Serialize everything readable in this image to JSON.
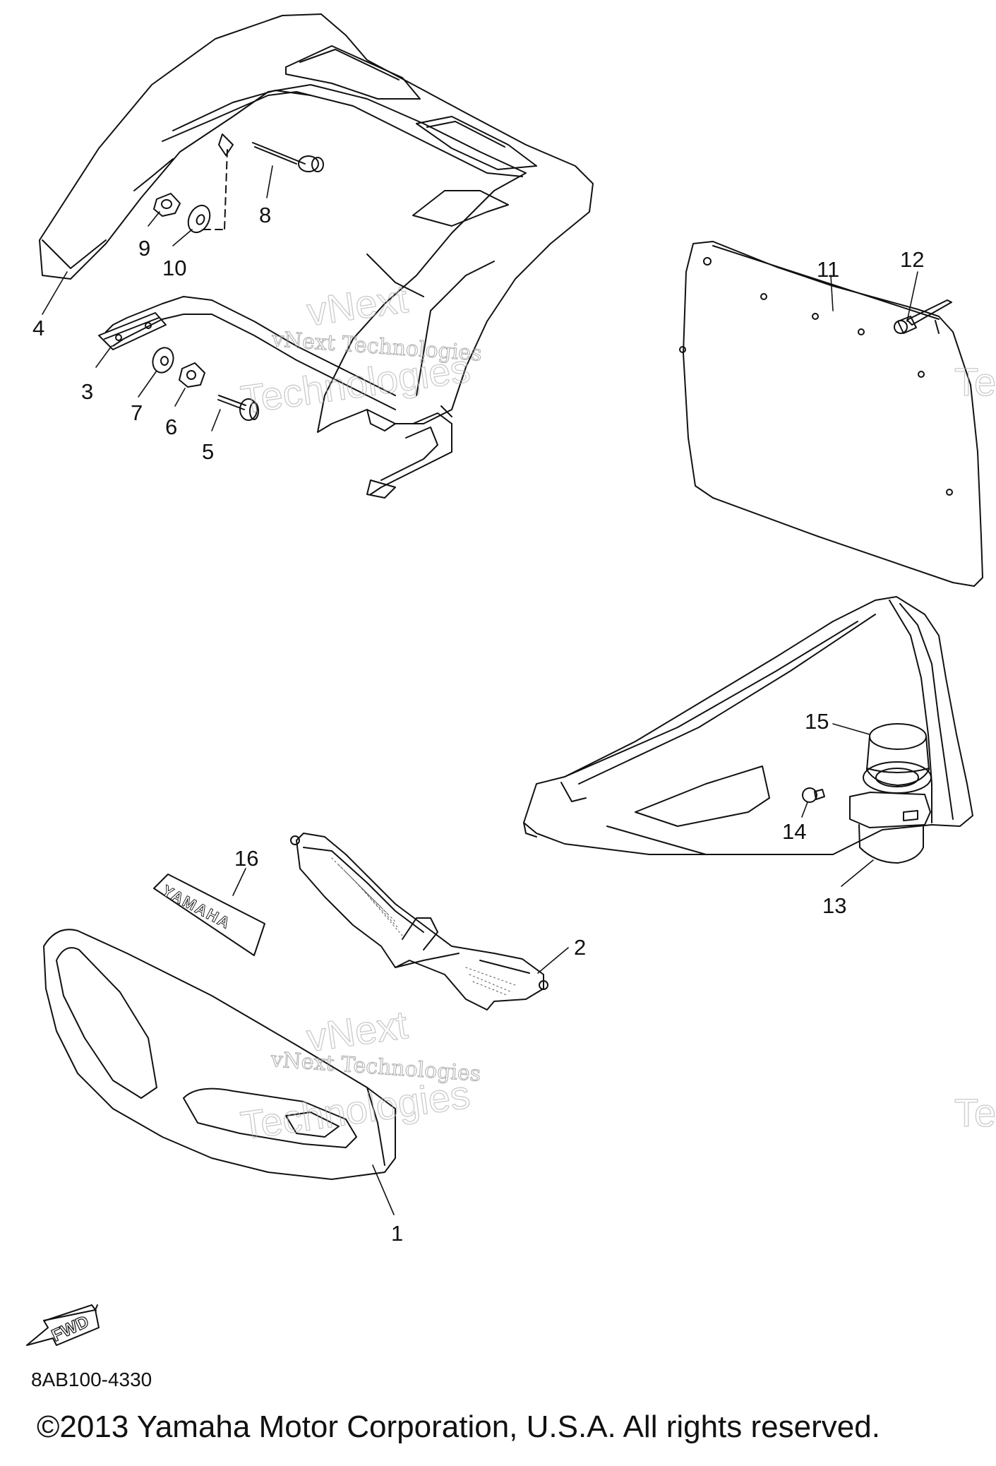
{
  "diagram": {
    "callouts": [
      {
        "id": "1",
        "label": "1"
      },
      {
        "id": "2",
        "label": "2"
      },
      {
        "id": "3",
        "label": "3"
      },
      {
        "id": "4",
        "label": "4"
      },
      {
        "id": "5",
        "label": "5"
      },
      {
        "id": "6",
        "label": "6"
      },
      {
        "id": "7",
        "label": "7"
      },
      {
        "id": "8",
        "label": "8"
      },
      {
        "id": "9",
        "label": "9"
      },
      {
        "id": "10",
        "label": "10"
      },
      {
        "id": "11",
        "label": "11"
      },
      {
        "id": "12",
        "label": "12"
      },
      {
        "id": "13",
        "label": "13"
      },
      {
        "id": "14",
        "label": "14"
      },
      {
        "id": "15",
        "label": "15"
      },
      {
        "id": "16",
        "label": "16"
      }
    ],
    "watermark_lines": [
      "vNext",
      "vNext Technologies",
      "Technologies"
    ],
    "watermark_edge": "Te",
    "decal_text": "YAMAHA",
    "fwd_label": "FWD"
  },
  "footer": {
    "ref_code": "8AB100-4330",
    "copyright": "©2013 Yamaha Motor Corporation, U.S.A. All rights reserved."
  }
}
